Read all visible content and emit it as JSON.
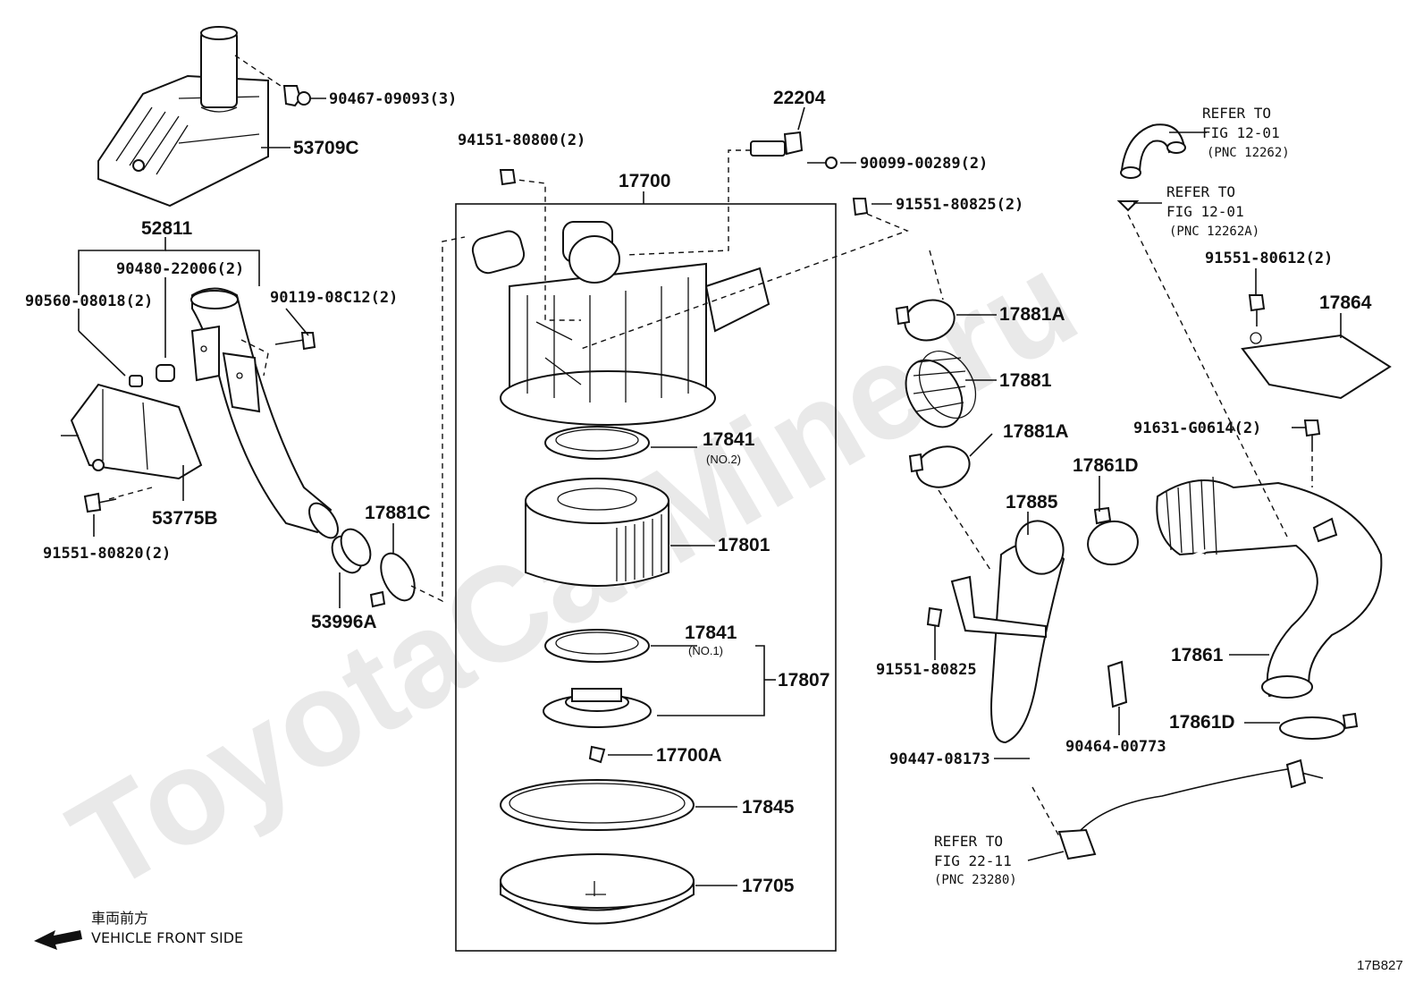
{
  "watermark": "ToyotaCarMine.ru",
  "labels": {
    "p90467": "90467-09093(3)",
    "p53709C": "53709C",
    "p52811": "52811",
    "p90480": "90480-22006(2)",
    "p90560": "90560-08018(2)",
    "p90119": "90119-08C12(2)",
    "p53775B": "53775B",
    "p91551_80820": "91551-80820(2)",
    "p17881C": "17881C",
    "p53996A": "53996A",
    "p94151": "94151-80800(2)",
    "p17700": "17700",
    "p22204": "22204",
    "p90099": "90099-00289(2)",
    "p91551_80825_2": "91551-80825(2)",
    "p17841_no2": "17841",
    "p17841_no2_sub": "(NO.2)",
    "p17801": "17801",
    "p17841_no1": "17841",
    "p17841_no1_sub": "(NO.1)",
    "p17807": "17807",
    "p17700A": "17700A",
    "p17845": "17845",
    "p17705": "17705",
    "p17881A_upper": "17881A",
    "p17881": "17881",
    "p17881A_lower": "17881A",
    "p17885": "17885",
    "p17861D_upper": "17861D",
    "p91551_80825": "91551-80825",
    "p17861": "17861",
    "p17861D_lower": "17861D",
    "p90447": "90447-08173",
    "p90464": "90464-00773",
    "p91551_80612": "91551-80612(2)",
    "p17864": "17864",
    "p91631": "91631-G0614(2)"
  },
  "refs": {
    "r22_11": {
      "line1": "REFER TO",
      "line2": "FIG 22-11",
      "line3": "(PNC 23280)"
    },
    "r12262": {
      "line1": "REFER TO",
      "line2": "FIG 12-01",
      "line3": "(PNC 12262)"
    },
    "r12262A": {
      "line1": "REFER TO",
      "line2": "FIG 12-01",
      "line3": "(PNC 12262A)"
    }
  },
  "front_note": {
    "japanese": "車両前方",
    "english": "VEHICLE FRONT SIDE"
  },
  "figure_code": "17B827"
}
